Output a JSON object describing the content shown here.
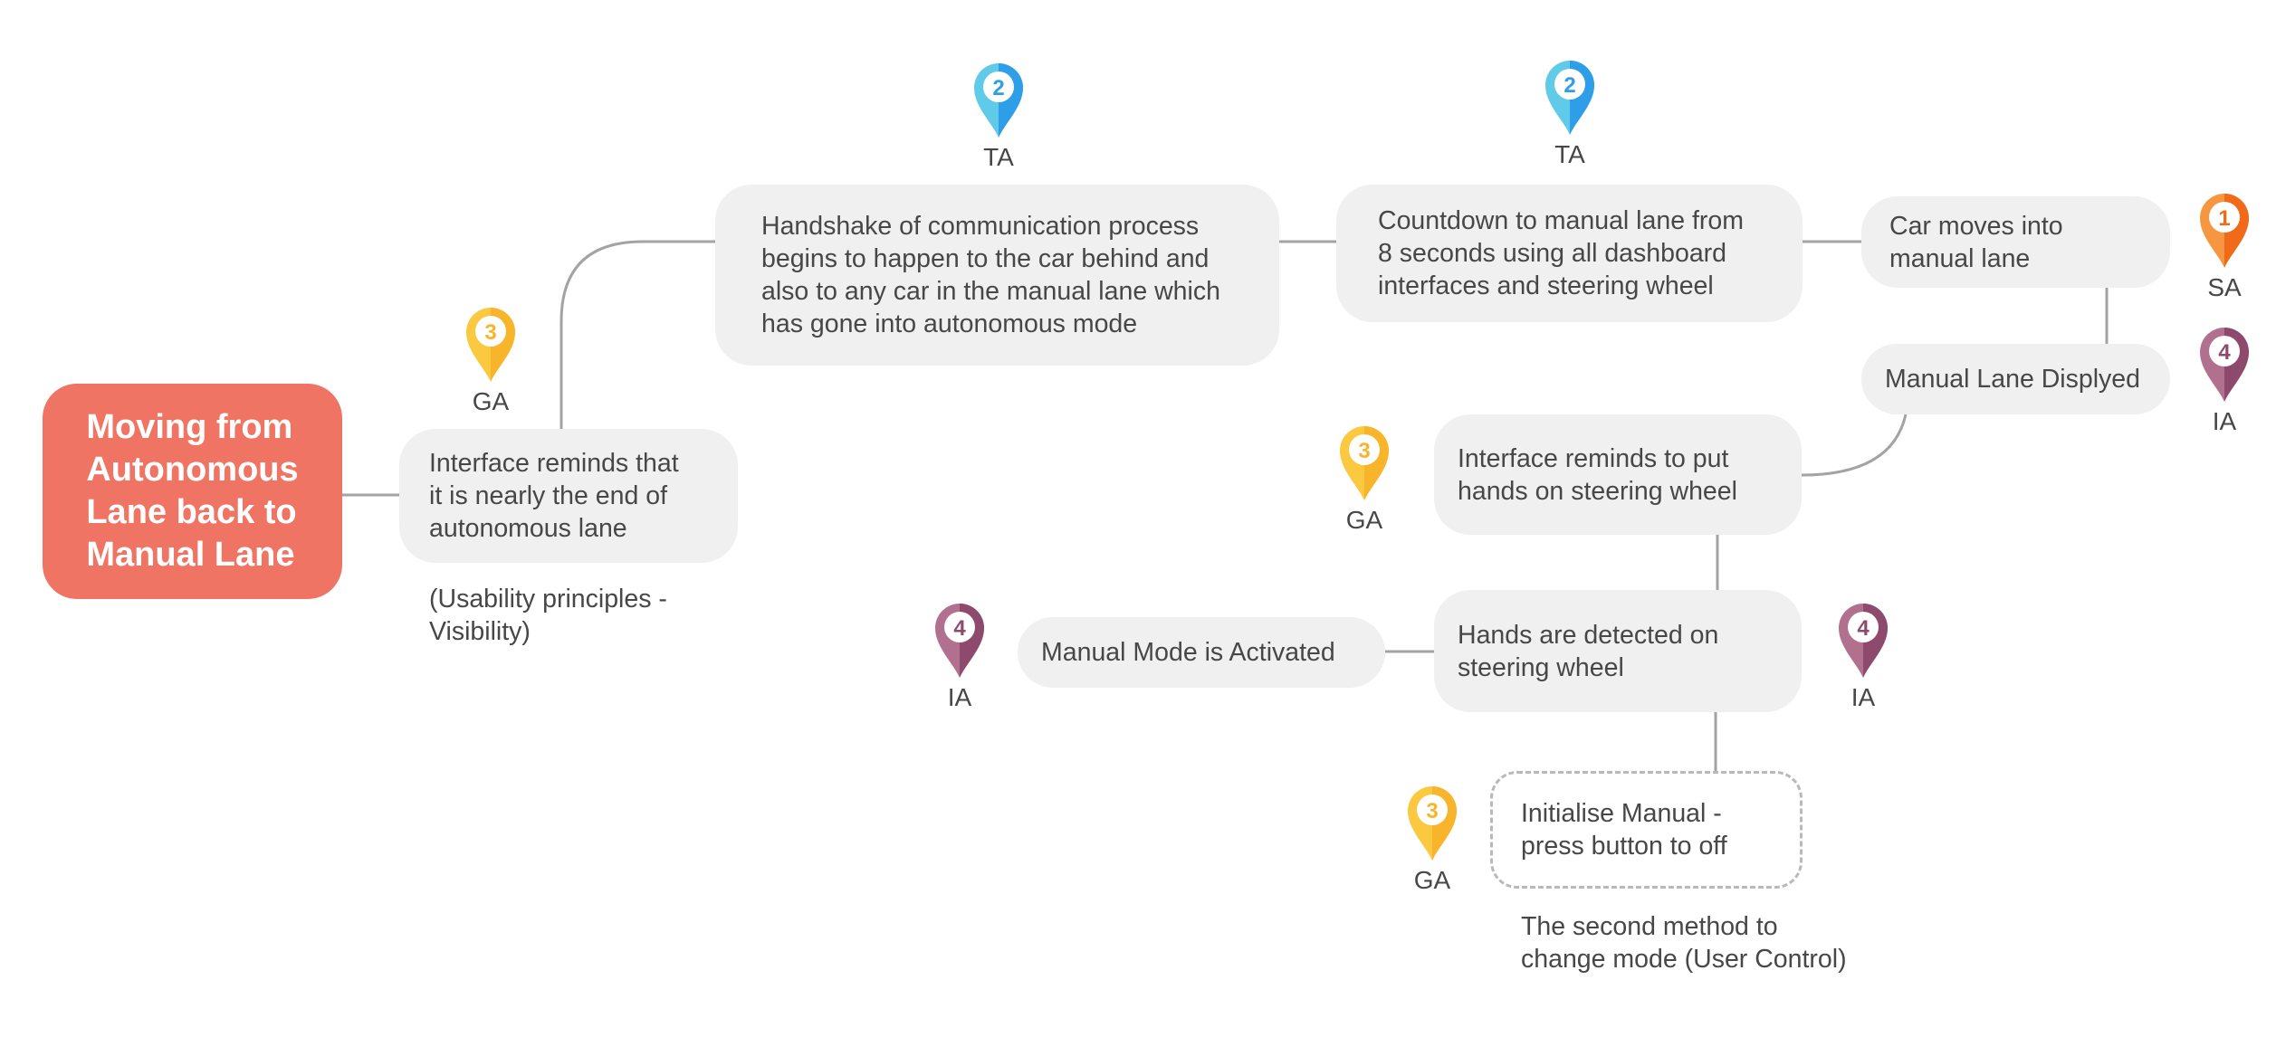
{
  "root": {
    "label": "Moving from\nAutonomous\nLane back to\nManual Lane",
    "color": "#ef7464"
  },
  "nodes": {
    "reminds_end": "Interface reminds that\nit is nearly the end of\nautonomous lane",
    "handshake": "Handshake of communication process\nbegins to happen to the car behind and\nalso to any car in the manual lane which\nhas gone into autonomous mode",
    "countdown": "Countdown to manual lane from\n8 seconds using all dashboard\ninterfaces and steering wheel",
    "car_moves": "Car moves into\nmanual lane",
    "manual_displayed": "Manual Lane Displyed",
    "reminds_hands": "Interface reminds to put\nhands on steering wheel",
    "hands_detected": "Hands are detected on\nsteering wheel",
    "manual_activated": "Manual Mode is Activated",
    "initialise": "Initialise Manual -\npress button to off"
  },
  "notes": {
    "usability": "(Usability principles -\nVisibility)",
    "second_method": "The second method to\nchange mode (User Control)"
  },
  "markers": {
    "ga_1": {
      "number": "3",
      "label": "GA",
      "icon": "map-pin-yellow",
      "color": "#fbc93f",
      "shade": "#f8b52b"
    },
    "ta_1": {
      "number": "2",
      "label": "TA",
      "icon": "map-pin-blue",
      "color": "#5fcbe8",
      "shade": "#2f9ee8"
    },
    "ta_2": {
      "number": "2",
      "label": "TA",
      "icon": "map-pin-blue",
      "color": "#5fcbe8",
      "shade": "#2f9ee8"
    },
    "sa_1": {
      "number": "1",
      "label": "SA",
      "icon": "map-pin-orange",
      "color": "#f79640",
      "shade": "#f06a1a"
    },
    "ia_1": {
      "number": "4",
      "label": "IA",
      "icon": "map-pin-purple",
      "color": "#b2708f",
      "shade": "#8e4a6d"
    },
    "ga_2": {
      "number": "3",
      "label": "GA",
      "icon": "map-pin-yellow",
      "color": "#fbc93f",
      "shade": "#f8b52b"
    },
    "ia_2": {
      "number": "4",
      "label": "IA",
      "icon": "map-pin-purple",
      "color": "#b2708f",
      "shade": "#8e4a6d"
    },
    "ia_3": {
      "number": "4",
      "label": "IA",
      "icon": "map-pin-purple",
      "color": "#b2708f",
      "shade": "#8e4a6d"
    },
    "ga_3": {
      "number": "3",
      "label": "GA",
      "icon": "map-pin-yellow",
      "color": "#fbc93f",
      "shade": "#f8b52b"
    }
  }
}
